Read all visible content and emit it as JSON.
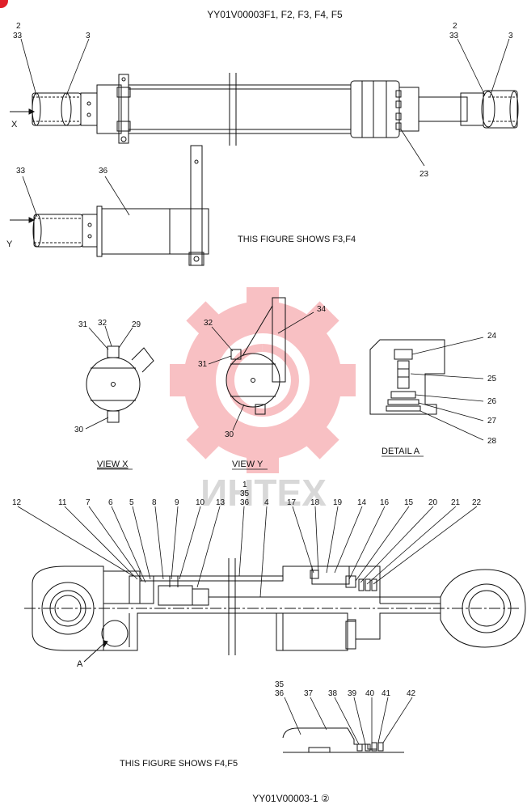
{
  "header": {
    "title": "YY01V00003F1, F2, F3, F4, F5"
  },
  "footer": {
    "code": "YY01V00003-1 ②"
  },
  "watermark": {
    "text": "ИНТЕХ",
    "color": "#e8202a"
  },
  "captions": {
    "fig_f3f4": "THIS FIGURE SHOWS  F3,F4",
    "fig_f4f5": "THIS FIGURE SHOWS  F4,F5",
    "view_x": "VIEW  X",
    "view_y": "VIEW  Y",
    "detail_a": "DETAIL  A"
  },
  "markers": {
    "x": "X",
    "y": "Y",
    "a": "A"
  },
  "callouts": {
    "top_left": [
      "2",
      "33",
      "3"
    ],
    "top_right": [
      "2",
      "33",
      "3"
    ],
    "top_23": "23",
    "mid": [
      "33",
      "36"
    ],
    "view_x": [
      "31",
      "32",
      "29",
      "30"
    ],
    "view_y": [
      "32",
      "34",
      "31",
      "30"
    ],
    "detail_a": [
      "24",
      "25",
      "26",
      "27",
      "28"
    ],
    "section_top_stack": [
      "1",
      "35",
      "36"
    ],
    "section": [
      "12",
      "11",
      "7",
      "6",
      "5",
      "8",
      "9",
      "10",
      "13",
      "4",
      "17",
      "18",
      "19",
      "14",
      "16",
      "15",
      "20",
      "21",
      "22"
    ],
    "bottom_stack": [
      "35",
      "36"
    ],
    "bottom": [
      "37",
      "38",
      "39",
      "40",
      "41",
      "42"
    ]
  }
}
